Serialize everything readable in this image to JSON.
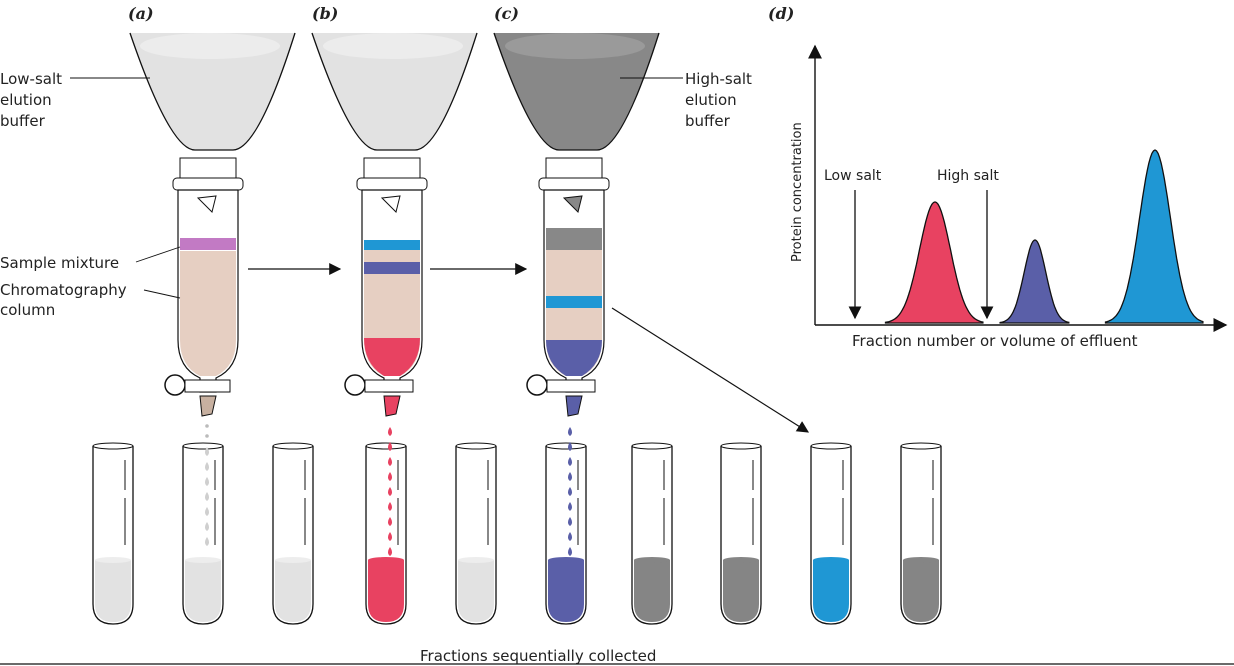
{
  "panels": {
    "a": "(a)",
    "b": "(b)",
    "c": "(c)",
    "d": "(d)"
  },
  "labels": {
    "low_salt_buffer": [
      "Low-salt",
      "elution",
      "buffer"
    ],
    "high_salt_buffer": [
      "High-salt",
      "elution",
      "buffer"
    ],
    "sample_mixture": "Sample mixture",
    "chromatography_column": [
      "Chromatography",
      "column"
    ],
    "fractions_collected": "Fractions sequentially collected"
  },
  "chart": {
    "ylabel": "Protein concentration",
    "xlabel": "Fraction number or volume of effluent",
    "low_salt_marker": "Low salt",
    "high_salt_marker": "High salt"
  },
  "chart_data": {
    "type": "area",
    "series": [
      {
        "peak_position": 0.3,
        "height": 0.7,
        "color": "#e84261"
      },
      {
        "peak_position": 0.55,
        "height": 0.48,
        "color": "#5a5fa8"
      },
      {
        "peak_position": 0.85,
        "height": 1.0,
        "color": "#1f97d4"
      }
    ],
    "markers": [
      {
        "position": 0.1
      },
      {
        "position": 0.43
      }
    ]
  },
  "colors": {
    "light_buffer": "#e2e2e2",
    "dark_buffer": "#888888",
    "column_fill": "#e6cfc2",
    "sample": "#c27ac4",
    "red": "#e84261",
    "purple": "#5a5fa8",
    "blue": "#1f97d4",
    "gray_tube": "#858585"
  },
  "tubes": [
    {
      "fill": "light"
    },
    {
      "fill": "light"
    },
    {
      "fill": "light"
    },
    {
      "fill": "red"
    },
    {
      "fill": "light"
    },
    {
      "fill": "purple"
    },
    {
      "fill": "gray"
    },
    {
      "fill": "gray"
    },
    {
      "fill": "blue"
    },
    {
      "fill": "gray"
    }
  ]
}
